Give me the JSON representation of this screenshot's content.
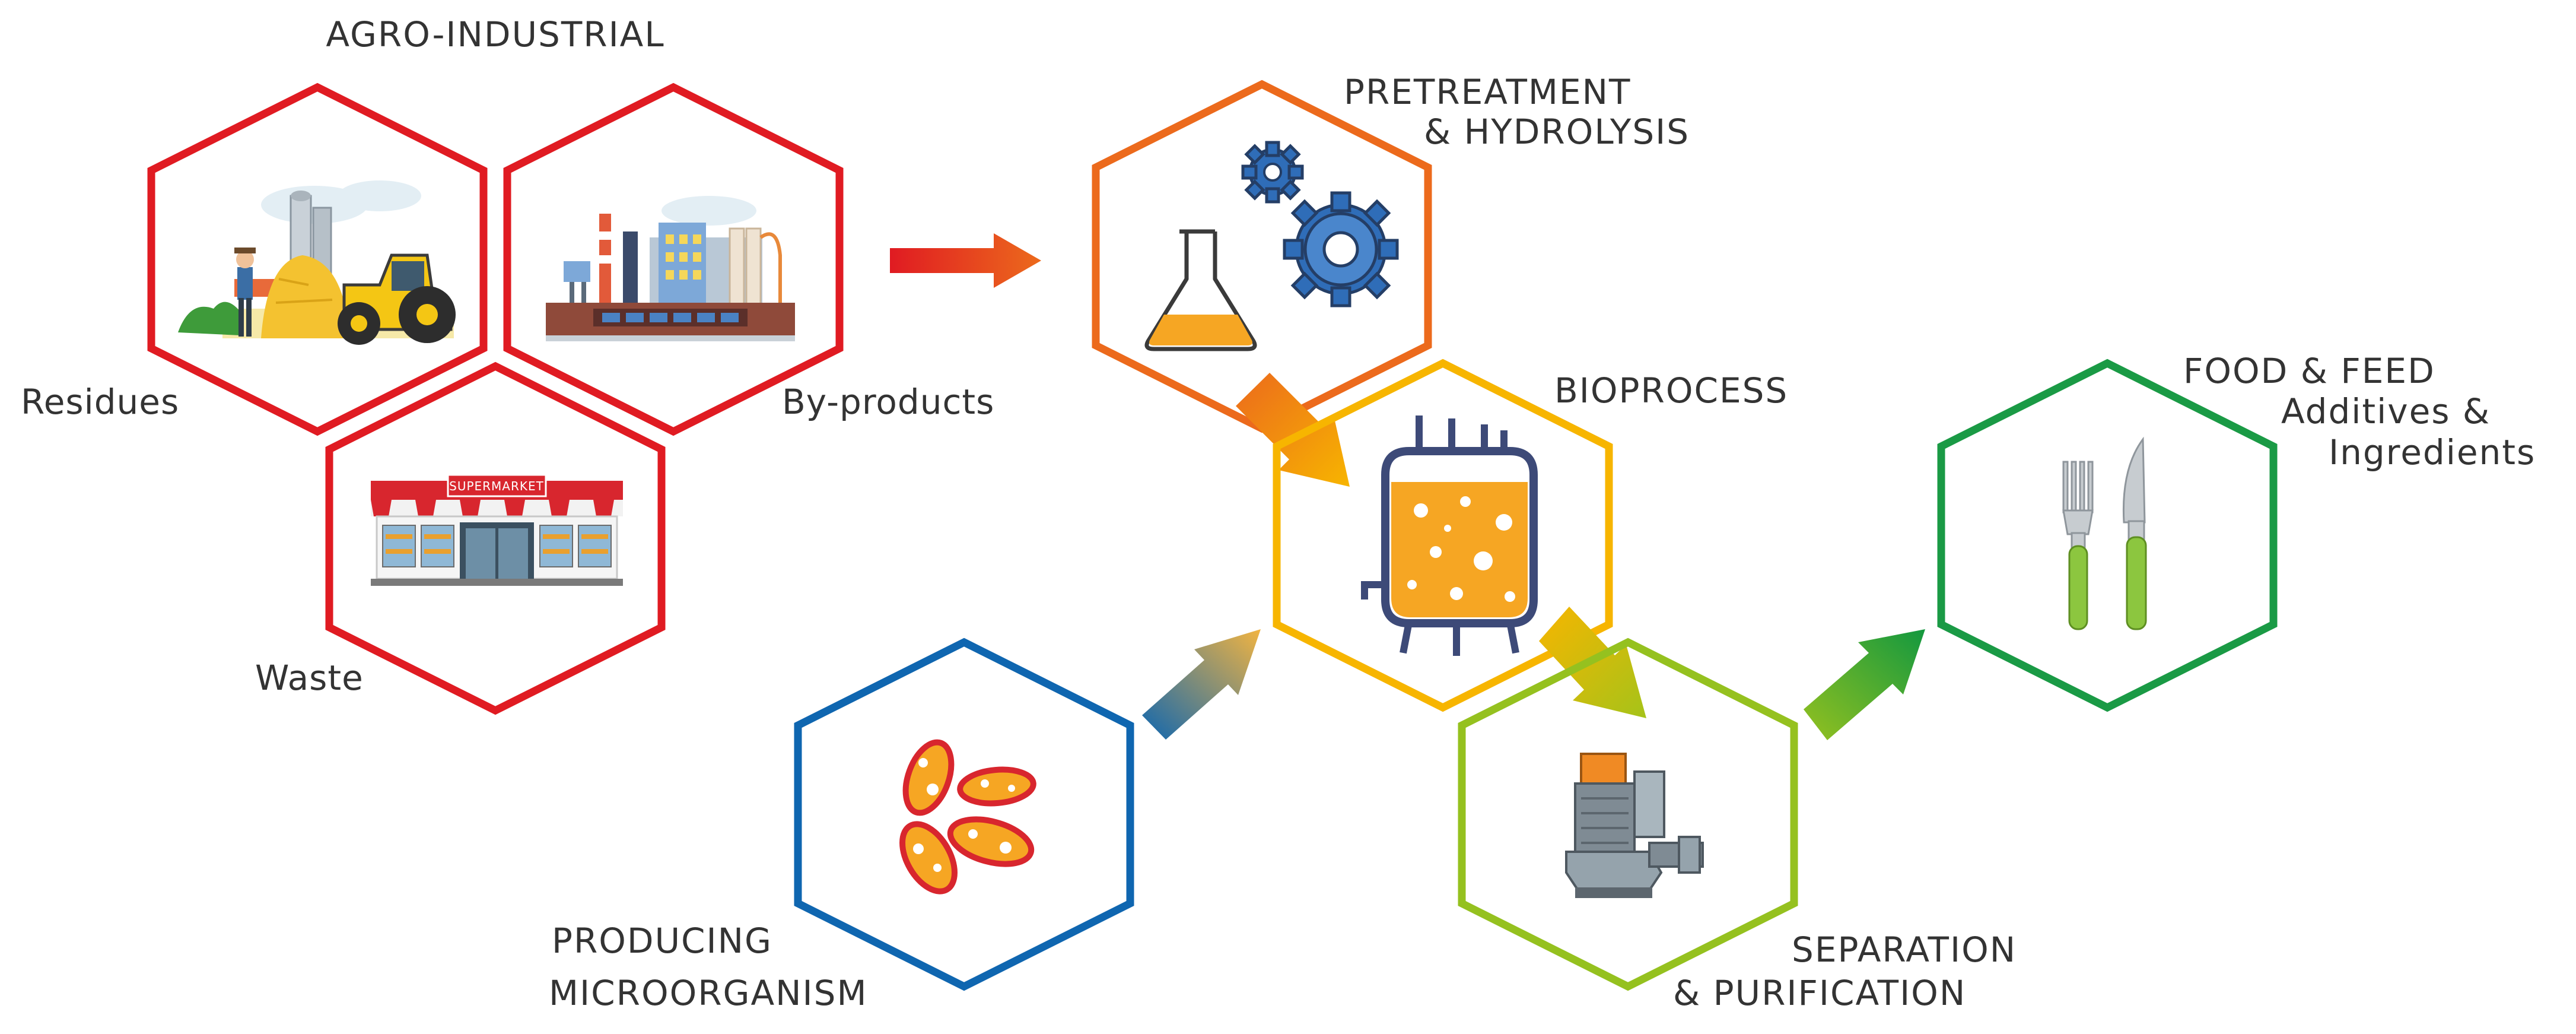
{
  "labels": {
    "agro_industrial": "AGRO-INDUSTRIAL",
    "residues": "Residues",
    "by_products": "By-products",
    "waste": "Waste",
    "supermarket_sign": "SUPERMARKET",
    "pretreatment_1": "PRETREATMENT",
    "pretreatment_2": "& HYDROLYSIS",
    "bioprocess": "BIOPROCESS",
    "food_1": "FOOD & FEED",
    "food_2": "Additives &",
    "food_3": "Ingredients",
    "producing_1": "PRODUCING",
    "producing_2": "MICROORGANISM",
    "separation_1": "SEPARATION",
    "separation_2": "& PURIFICATION"
  },
  "colors": {
    "feedstock_red": "#e01b22",
    "pretreatment_orange": "#ec6a1c",
    "bioprocess_yellow": "#f7b500",
    "microorganism_blue": "#0f66b0",
    "separation_lime": "#95c11f",
    "food_green": "#1a9a45",
    "text": "#333333"
  },
  "icons": {
    "residues": "farm-tractor-hay-icon",
    "by_products": "factory-icon",
    "waste": "supermarket-icon",
    "pretreatment": "flask-gears-icon",
    "bioprocess": "bioreactor-icon",
    "microorganism": "microbe-cells-icon",
    "separation": "pump-icon",
    "food": "fork-knife-icon"
  }
}
